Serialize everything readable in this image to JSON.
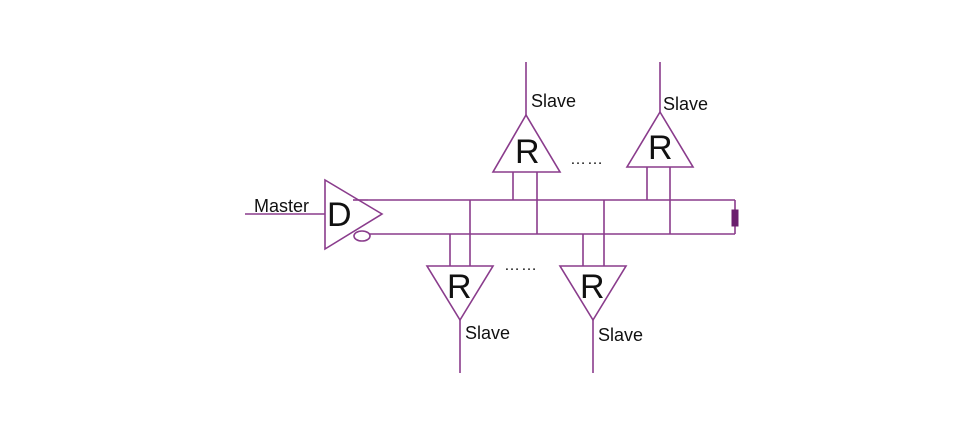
{
  "master": {
    "label": "Master",
    "symbol": "D"
  },
  "receivers": {
    "top": [
      {
        "symbol": "R",
        "label": "Slave"
      },
      {
        "symbol": "R",
        "label": "Slave"
      }
    ],
    "bottom": [
      {
        "symbol": "R",
        "label": "Slave"
      },
      {
        "symbol": "R",
        "label": "Slave"
      }
    ],
    "ellipsis_top": "……",
    "ellipsis_bottom": "……"
  },
  "colors": {
    "line": "#8a3c8c",
    "terminator": "#6b1f6e",
    "text": "#111111"
  }
}
